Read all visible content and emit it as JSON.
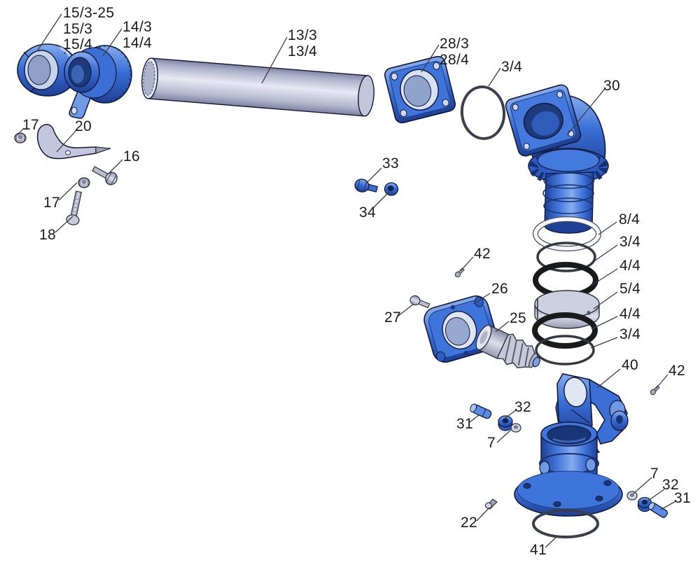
{
  "diagram": {
    "type": "exploded-parts-diagram",
    "background": "#ffffff"
  },
  "colors": {
    "part_blue": "#2f62c8",
    "part_blue_dark": "#1e4096",
    "part_blue_light": "#86aced",
    "part_gray": "#c6c9d8",
    "tube_gray": "#c2c6da",
    "seal_black": "#191a1c",
    "oring_gray": "#3a3f4d",
    "leader_line": "#3a3f45",
    "label_text": "#1b1b1b"
  },
  "callouts": {
    "n15": "15/3-25\n15/3\n15/4",
    "n14": "14/3\n14/4",
    "n13": "13/3\n13/4",
    "n28": "28/3\n28/4",
    "n3_top": "3/4",
    "n30": "30",
    "n8_4": "8/4",
    "n3_4_upper": "3/4",
    "n4_4_upper": "4/4",
    "n5_4": "5/4",
    "n4_4_lower": "4/4",
    "n3_4_lower": "3/4",
    "n42_mid": "42",
    "n26": "26",
    "n27": "27",
    "n25": "25",
    "n33": "33",
    "n34": "34",
    "n17_upper": "17",
    "n20": "20",
    "n16": "16",
    "n17_lower": "17",
    "n18": "18",
    "n40": "40",
    "n42_right": "42",
    "n31_mid": "31",
    "n32_mid": "32",
    "n7_mid": "7",
    "n7_bottom": "7",
    "n32_bottom": "32",
    "n31_bottom": "31",
    "n22": "22",
    "n41": "41"
  }
}
